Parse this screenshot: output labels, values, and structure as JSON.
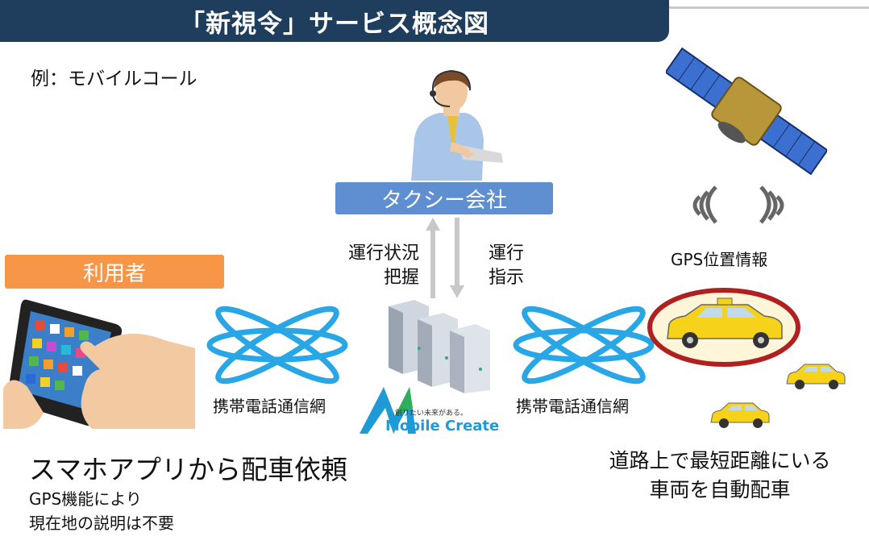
{
  "header": {
    "title": "「新視令」サービス概念図"
  },
  "example_label": "例：モバイルコール",
  "company_label": "タクシー会社",
  "user_label": "利用者",
  "arrows": {
    "up_label_1": "運行状況",
    "up_label_2": "把握",
    "down_label_1": "運行",
    "down_label_2": "指示"
  },
  "network_left": "携帯電話通信網",
  "network_right": "携帯電話通信網",
  "gps_label": "GPS位置情報",
  "logo": {
    "tagline": "創りたい未来がある。",
    "name": "Mobile Create"
  },
  "left_caption": {
    "main": "スマホアプリから配車依頼",
    "sub1": "GPS機能により",
    "sub2": "現在地の説明は不要"
  },
  "right_caption": {
    "line1": "道路上で最短距離にいる",
    "line2": "車両を自動配車"
  },
  "colors": {
    "title_bg": "#1f3e5e",
    "company_bg": "#5f8fd0",
    "user_bg": "#f79646",
    "network": "#29a6e6",
    "highlight_ring": "#b0201e",
    "taxi": "#f6d21a"
  }
}
